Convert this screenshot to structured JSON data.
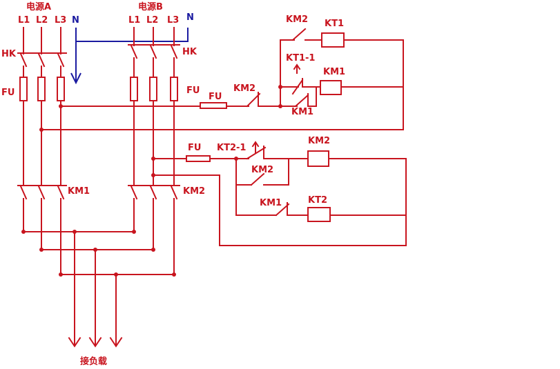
{
  "sources": {
    "a": {
      "title": "电源A",
      "phases": [
        "L1",
        "L2",
        "L3"
      ],
      "neutral": "N"
    },
    "b": {
      "title": "电源B",
      "phases": [
        "L1",
        "L2",
        "L3"
      ],
      "neutral": "N"
    }
  },
  "labels": {
    "hk_a": "HK",
    "hk_b": "HK",
    "fu_a": "FU",
    "fu_b": "FU",
    "fu_ctrl1": "FU",
    "fu_ctrl2": "FU",
    "km1_main": "KM1",
    "km2_main": "KM2",
    "km2_nc_ctrl1": "KM2",
    "km2_no_top": "KM2",
    "kt1": "KT1",
    "kt1_1": "KT1-1",
    "km1_coil": "KM1",
    "km1_aux1": "KM1",
    "kt2_1": "KT2-1",
    "km2_coil": "KM2",
    "km2_aux": "KM2",
    "km1_nc_ctrl2": "KM1",
    "kt2": "KT2",
    "load": "接负载"
  },
  "colors": {
    "wire": "#c8141e",
    "neutral": "#1a1aa0",
    "background": "#ffffff"
  }
}
